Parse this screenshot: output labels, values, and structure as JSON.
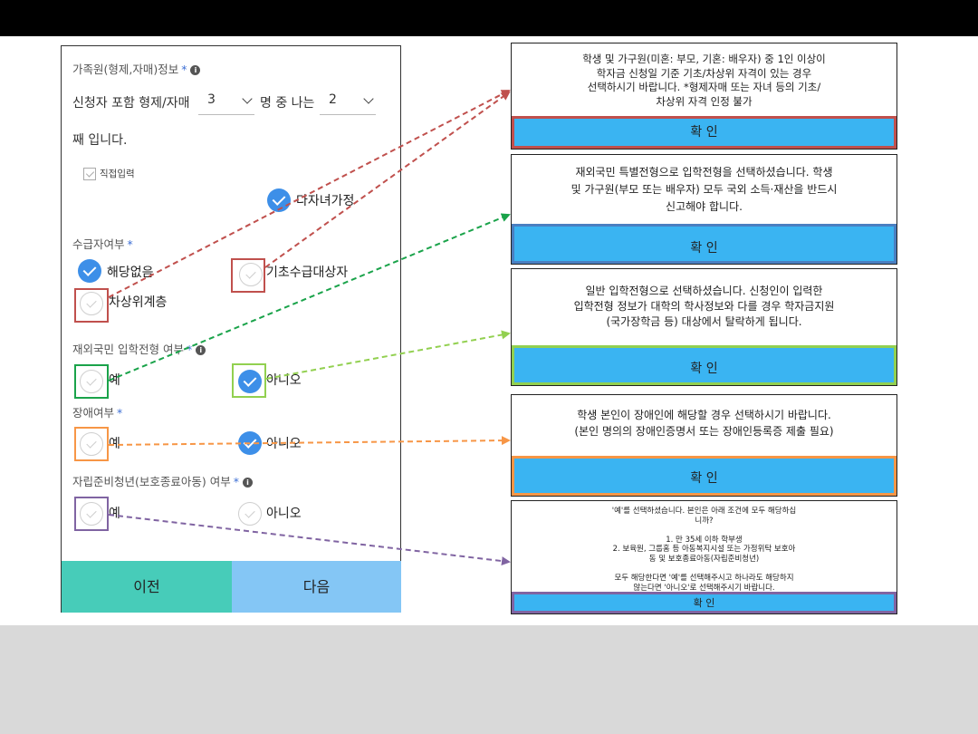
{
  "form": {
    "family_label": "가족원(형제,자매)정보",
    "required_mark": "*",
    "info_glyph": "i",
    "sibling_prefix": "신청자 포함 형제/자매",
    "sibling_total": "3",
    "sibling_middle": "명 중 나는",
    "sibling_order": "2",
    "sibling_suffix": "째 입니다.",
    "direct_input_label": "직접입력",
    "multi_child_label": "다자녀가정",
    "recipient_label": "수급자여부",
    "recipient_none": "해당없음",
    "recipient_basic": "기초수급대상자",
    "recipient_near": "차상위계층",
    "overseas_label": "재외국민 입학전형 여부",
    "overseas_yes": "예",
    "overseas_no": "아니오",
    "disability_label": "장애여부",
    "disability_yes": "예",
    "disability_no": "아니오",
    "youth_label": "자립준비청년(보호종료아동) 여부",
    "youth_yes": "예",
    "youth_no": "아니오",
    "prev_label": "이전",
    "next_label": "다음"
  },
  "dialogs": [
    {
      "message": "학생 및 가구원(미혼: 부모, 기혼: 배우자) 중 1인 이상이\n학자금 신청일 기준 기초/차상위 자격이 있는 경우\n선택하시기 바랍니다. *형제자매 또는 자녀 등의 기초/\n차상위 자격 인정 불가",
      "confirm": "확 인",
      "color": "#c0504d"
    },
    {
      "message": "재외국민 특별전형으로 입학전형을 선택하셨습니다. 학생\n및 가구원(부모 또는 배우자) 모두 국외 소득·재산을 반드시\n신고해야 합니다.",
      "confirm": "확 인",
      "color": "#4a7fc1"
    },
    {
      "message": "일반 입학전형으로 선택하셨습니다. 신청인이 입력한\n입학전형 정보가 대학의 학사정보와 다를 경우 학자금지원\n(국가장학금 등) 대상에서 탈락하게 됩니다.",
      "confirm": "확 인",
      "color": "#92d050"
    },
    {
      "message": "학생 본인이 장애인에 해당할 경우 선택하시기 바랍니다.\n(본인 명의의 장애인증명서 또는 장애인등록증 제출 필요)",
      "confirm": "확 인",
      "color": "#f79646"
    },
    {
      "message": "'예'를 선택하셨습니다. 본인은 아래 조건에 모두 해당하십\n니까?\n\n1. 만 35세 이하 학부생\n2. 보육원, 그룹홈 등 아동복지시설 또는 가정위탁 보호아\n동 및 보호종료아동(자립준비청년)\n\n모두 해당한다면 '예'를 선택해주시고 하나라도 해당하지\n않는다면 '아니오'로 선택해주시기 바랍니다.",
      "confirm": "확 인",
      "color": "#8064a2"
    }
  ],
  "colors": {
    "red": "#c0504d",
    "blue": "#4a7fc1",
    "dark_green": "#1aa34a",
    "light_green": "#92d050",
    "orange": "#f79646",
    "purple": "#8064a2",
    "button_blue": "#3ab4f2",
    "prev_teal": "#47ccb9",
    "next_blue": "#84c6f5"
  }
}
